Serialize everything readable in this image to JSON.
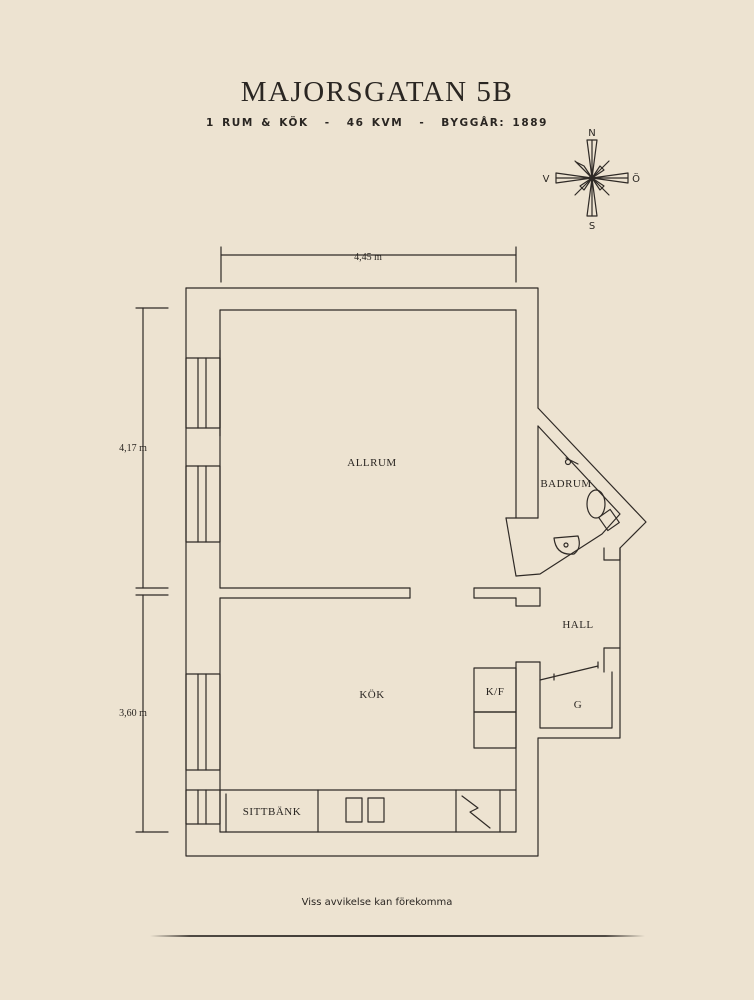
{
  "title": "MAJORSGATAN 5B",
  "subtitle": {
    "rooms": "1 RUM & KÖK",
    "sep1": "-",
    "area": "46 KVM",
    "sep2": "-",
    "built": "BYGGÅR: 1889"
  },
  "compass": {
    "north": "N",
    "east": "Ö",
    "south": "S",
    "west": "V"
  },
  "dimensions": {
    "width": "4,45 m",
    "upper_height": "4,17 m",
    "lower_height": "3,60 m"
  },
  "rooms": {
    "allrum": "ALLRUM",
    "badrum": "BADRUM",
    "hall": "HALL",
    "kok": "KÖK",
    "kf": "K/F",
    "g": "G",
    "sittbank": "SITTBÄNK"
  },
  "disclaimer": "Viss avvikelse kan förekomma"
}
